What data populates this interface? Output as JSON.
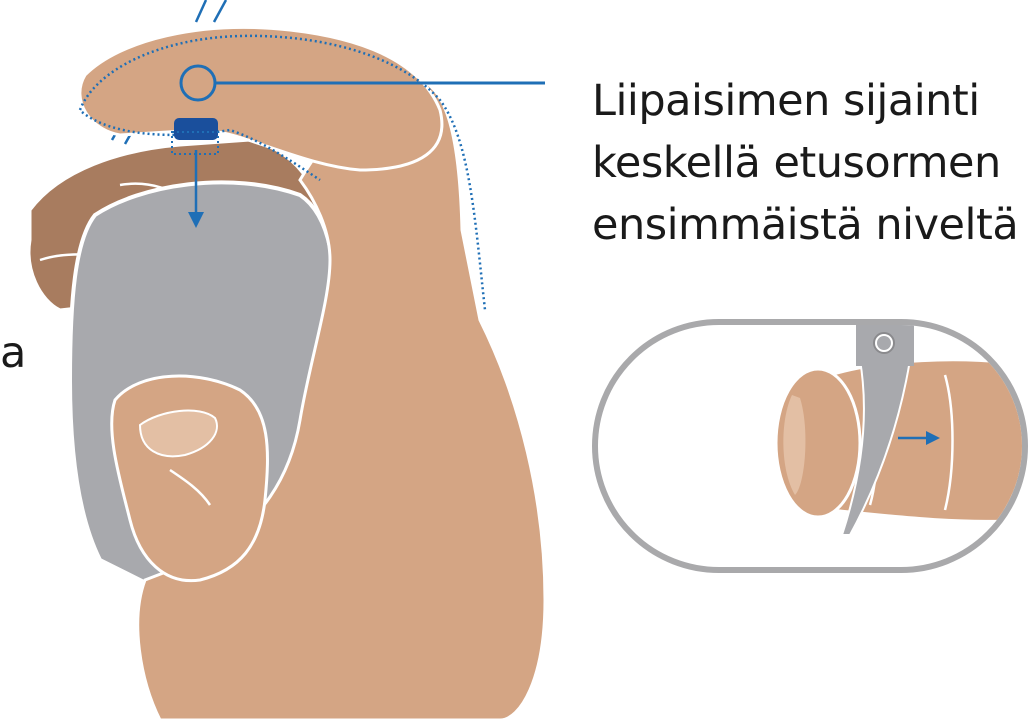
{
  "caption": {
    "line1": "Liipaisimen sijainti",
    "line2": "keskellä etusormen",
    "line3": "ensimmäistä niveltä"
  },
  "left_fragment": "a",
  "colors": {
    "skin": "#d4a584",
    "skin_shadow": "#a87c5f",
    "device_gray": "#a8a9ad",
    "accent_blue": "#1f6fb6",
    "trigger_blue": "#1a4f9c",
    "outline": "#ffffff",
    "inset_border": "#a9a9ab"
  },
  "icons": {
    "target_marker": "circle-marker-icon",
    "press_arrow": "arrow-down-icon",
    "inset_arrow": "arrow-right-icon"
  }
}
